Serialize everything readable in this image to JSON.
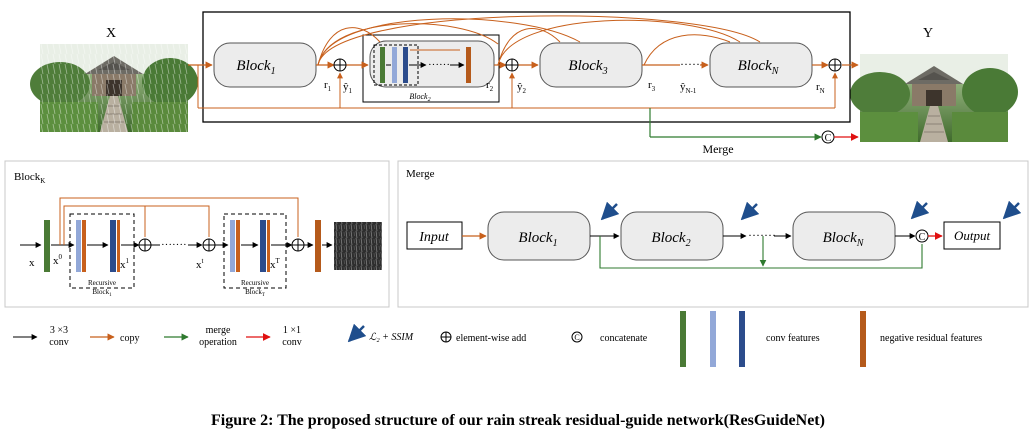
{
  "top": {
    "input_label": "X",
    "output_label": "Y",
    "block1": {
      "main": "Block",
      "sub": "1"
    },
    "block2_caption": {
      "main": "Block",
      "sub": "2"
    },
    "block3": {
      "main": "Block",
      "sub": "3"
    },
    "blockN": {
      "main": "Block",
      "sub": "N"
    },
    "r1": {
      "main": "r",
      "sub": "1"
    },
    "y1": {
      "main": "ŷ",
      "sub": "1"
    },
    "r2": {
      "main": "r",
      "sub": "2"
    },
    "y2": {
      "main": "ŷ",
      "sub": "2"
    },
    "r3": {
      "main": "r",
      "sub": "3"
    },
    "yN1": {
      "main": "ŷ",
      "sub": "N-1"
    },
    "rN": {
      "main": "r",
      "sub": "N"
    },
    "merge_label": "Merge",
    "concat_symbol": "C",
    "plus_symbol": "+"
  },
  "blockk": {
    "title": {
      "main": "Block",
      "sub": "K"
    },
    "x_label": "x",
    "x0": {
      "main": "x",
      "sup": "0"
    },
    "x1": {
      "main": "x",
      "sup": "1"
    },
    "xt": {
      "main": "x",
      "sup": "t"
    },
    "xT": {
      "main": "x",
      "sup": "T"
    },
    "rec1": {
      "line1": "Recursive",
      "line2": "Block",
      "sub": "1"
    },
    "recT": {
      "line1": "Recursive",
      "line2": "Block",
      "sub": "T"
    },
    "dots": "·······"
  },
  "merge": {
    "title": "Merge",
    "input_label": "Input",
    "block1": {
      "main": "Block",
      "sub": "1"
    },
    "block2": {
      "main": "Block",
      "sub": "2"
    },
    "blockN": {
      "main": "Block",
      "sub": "N"
    },
    "output_label": "Output",
    "dots": "·······"
  },
  "legend": {
    "conv3": {
      "line1": "3 ×3",
      "line2": "conv"
    },
    "copy": "copy",
    "merge_op": {
      "line1": "merge",
      "line2": "operation"
    },
    "conv1": {
      "line1": "1 ×1",
      "line2": "conv"
    },
    "loss": "ℒ₂ + SSIM",
    "add": "element-wise add",
    "concat": "concatenate",
    "conv_features": "conv features",
    "neg_features": "negative residual features"
  },
  "caption": "Figure 2: The proposed structure of our rain streak residual-guide network(ResGuideNet)",
  "colors": {
    "orange": "#c8601c",
    "green": "#2f7a2f",
    "red": "#e01010",
    "blue_arrow": "#1f4e8c",
    "conv_green": "#4a7a35",
    "conv_lightblue": "#92a8d8",
    "conv_darkblue": "#2c4c8c",
    "neg_brown": "#b55a1b",
    "block_fill": "#ececec"
  }
}
